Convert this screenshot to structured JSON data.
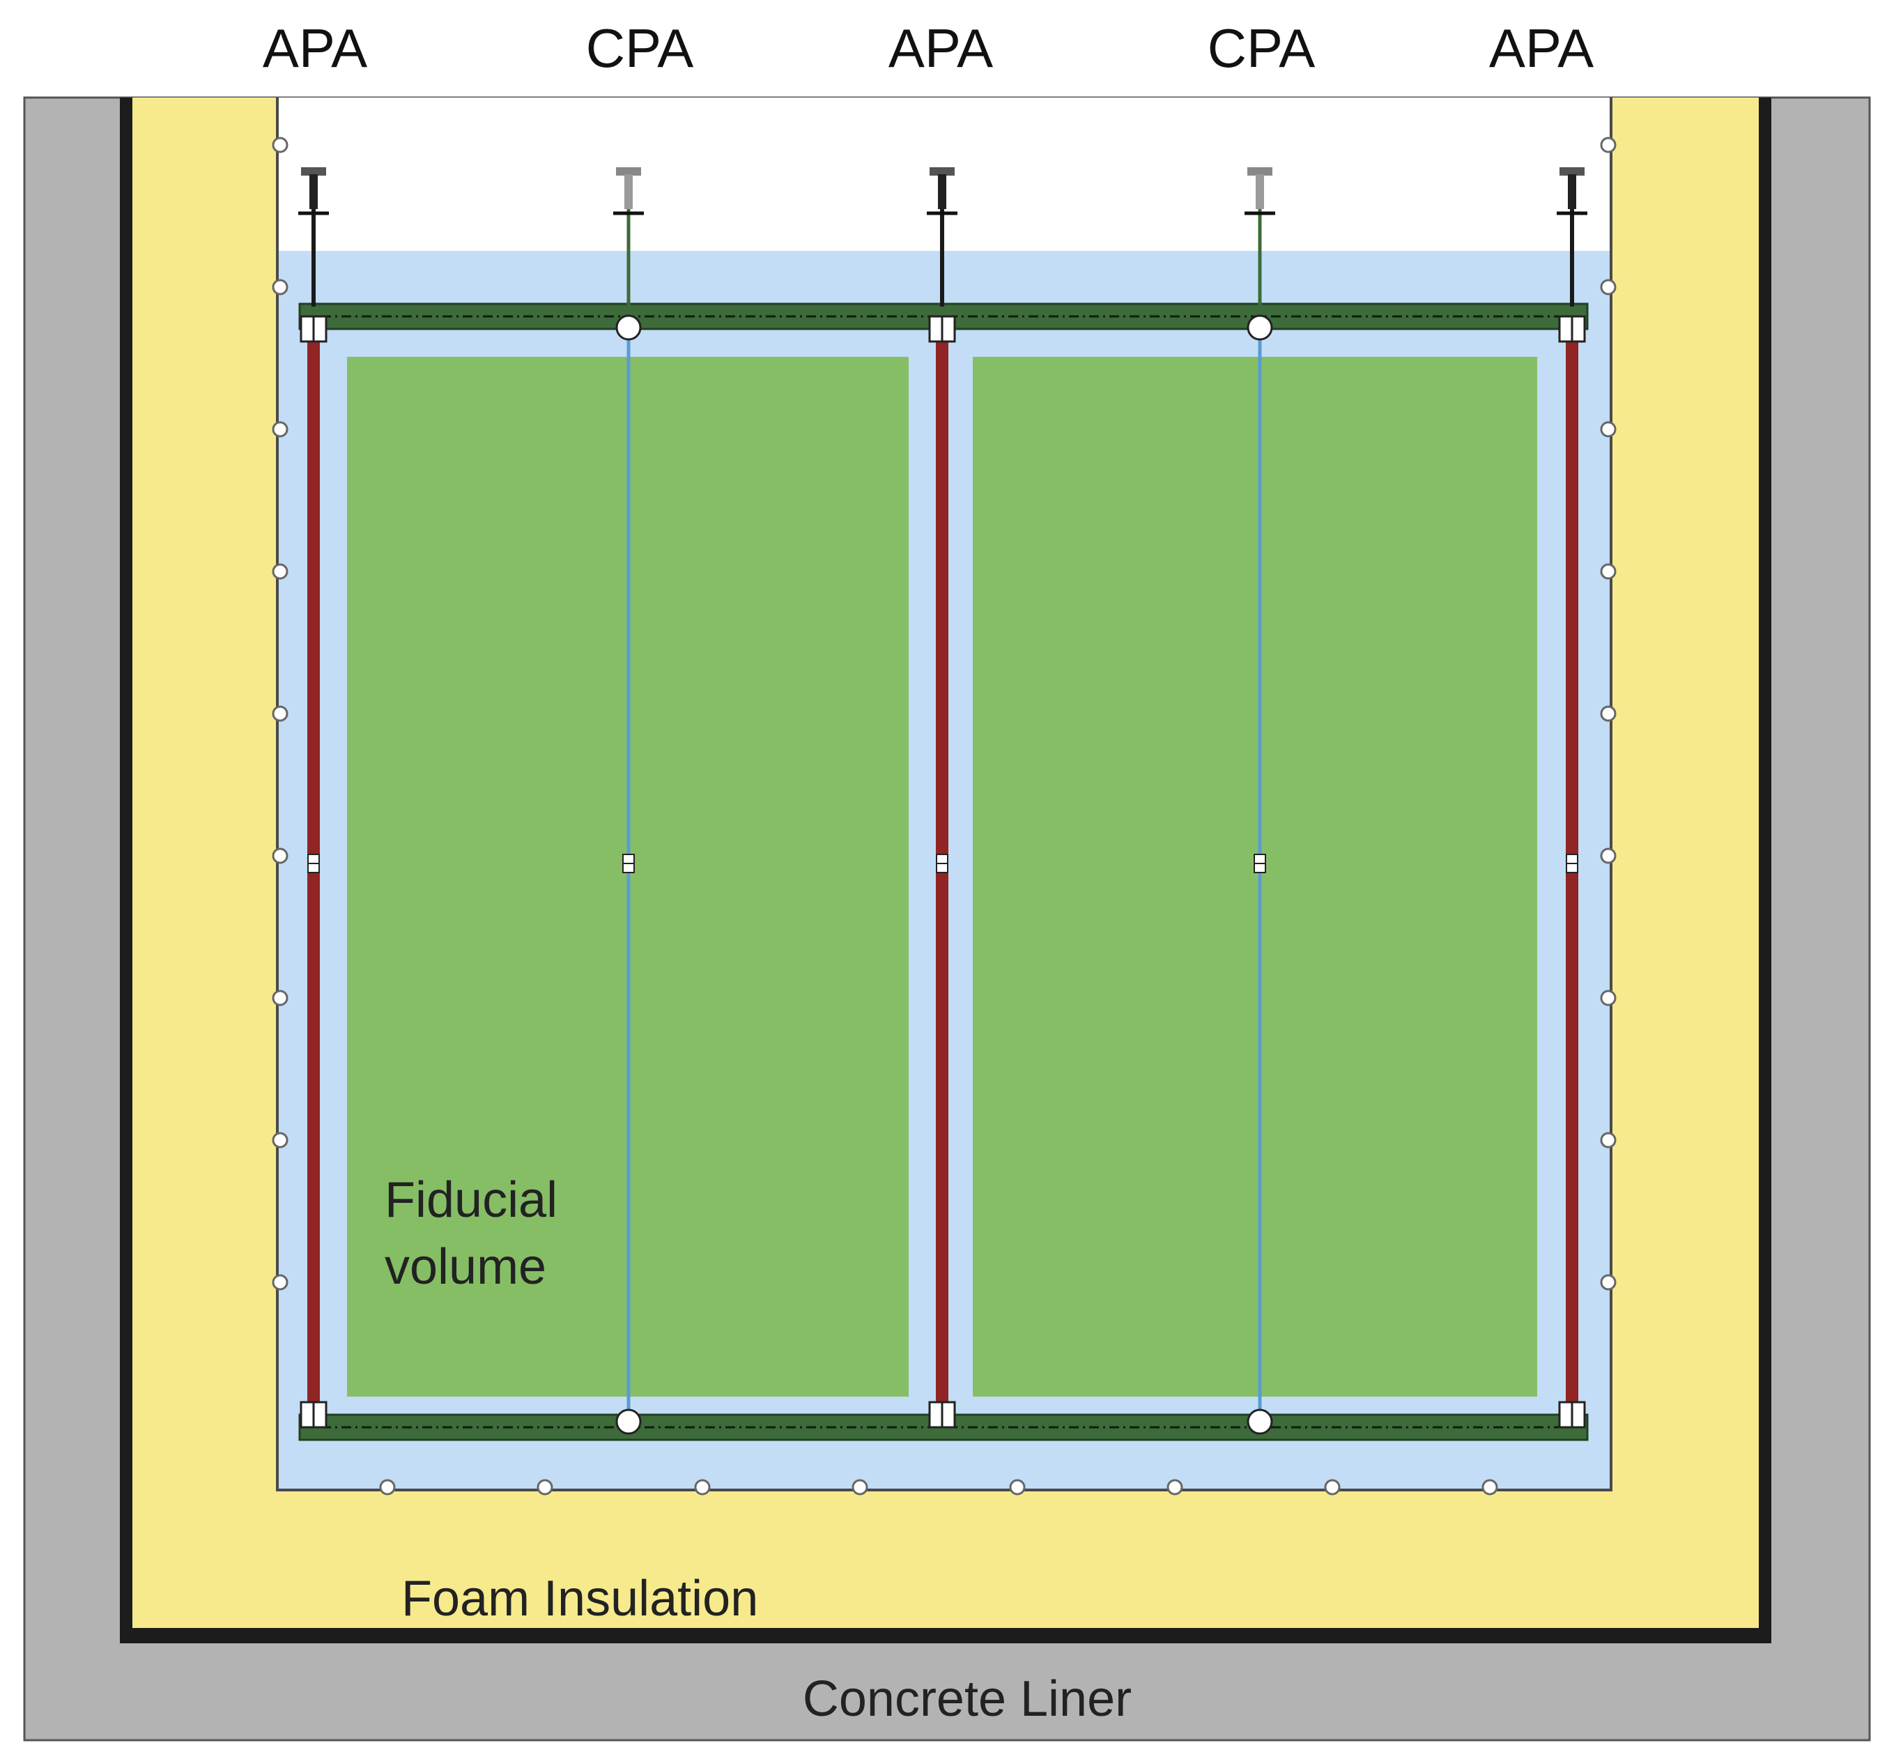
{
  "top_labels": [
    "APA",
    "CPA",
    "APA",
    "CPA",
    "APA"
  ],
  "labels": {
    "fiducial_line1": "Fiducial",
    "fiducial_line2": "volume",
    "foam": "Foam Insulation",
    "concrete": "Concrete Liner"
  },
  "colors": {
    "concrete": "#b3b3b4",
    "steel_membrane": "#1c1c1c",
    "foam": "#f7ea8c",
    "liquid_argon": "#c2ddf5",
    "fiducial": "#86be66",
    "field_cage_bar": "#3d6b3a",
    "apa_plane": "#a32a2a",
    "cpa_plane": "#5b9bd5",
    "support": "#1a1a1a",
    "cpa_support": "#3d6b3a"
  }
}
